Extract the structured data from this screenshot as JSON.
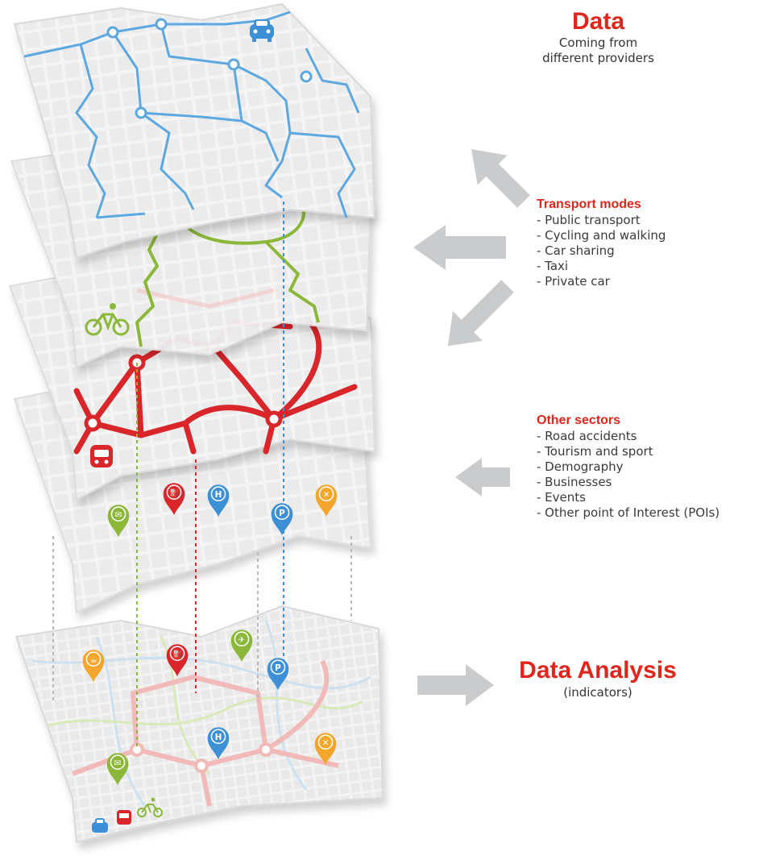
{
  "data_section": {
    "title": "Data",
    "subtitle_line1": "Coming from",
    "subtitle_line2": "different providers"
  },
  "transport_modes": {
    "title": "Transport modes",
    "items": [
      "- Public transport",
      "- Cycling and walking",
      "- Car sharing",
      "- Taxi",
      "- Private car"
    ]
  },
  "other_sectors": {
    "title": "Other sectors",
    "items": [
      "- Road accidents",
      "- Tourism and sport",
      "- Demography",
      "- Businesses",
      "- Events",
      "- Other point of Interest (POIs)"
    ]
  },
  "analysis": {
    "title": "Data Analysis",
    "subtitle": "(indicators)"
  },
  "pins": {
    "top_layer": [
      {
        "icon": "mail-icon",
        "letter": "✉",
        "color": "#8cb83a"
      },
      {
        "icon": "fuel-icon",
        "letter": "⛽",
        "color": "#d8262a"
      },
      {
        "icon": "hospital-icon",
        "letter": "H",
        "color": "#3d8fd6"
      },
      {
        "icon": "parking-icon",
        "letter": "P",
        "color": "#3d8fd6"
      },
      {
        "icon": "restaurant-icon",
        "letter": "✕",
        "color": "#f3a62b"
      }
    ],
    "bottom_layer": [
      {
        "icon": "coffee-icon",
        "letter": "☕",
        "color": "#f3a62b"
      },
      {
        "icon": "fuel-icon",
        "letter": "⛽",
        "color": "#d8262a"
      },
      {
        "icon": "airport-icon",
        "letter": "✈",
        "color": "#8cb83a"
      },
      {
        "icon": "parking-icon",
        "letter": "P",
        "color": "#3d8fd6"
      },
      {
        "icon": "hospital-icon",
        "letter": "H",
        "color": "#3d8fd6"
      },
      {
        "icon": "restaurant-icon",
        "letter": "✕",
        "color": "#f3a62b"
      },
      {
        "icon": "mail-icon",
        "letter": "✉",
        "color": "#8cb83a"
      }
    ]
  },
  "colors": {
    "accent_red": "#e0251b",
    "car_blue": "#3d8fd6",
    "bike_green": "#8cb83a",
    "transit_red": "#d8262a",
    "arrow_gray": "#c9cbcd"
  }
}
